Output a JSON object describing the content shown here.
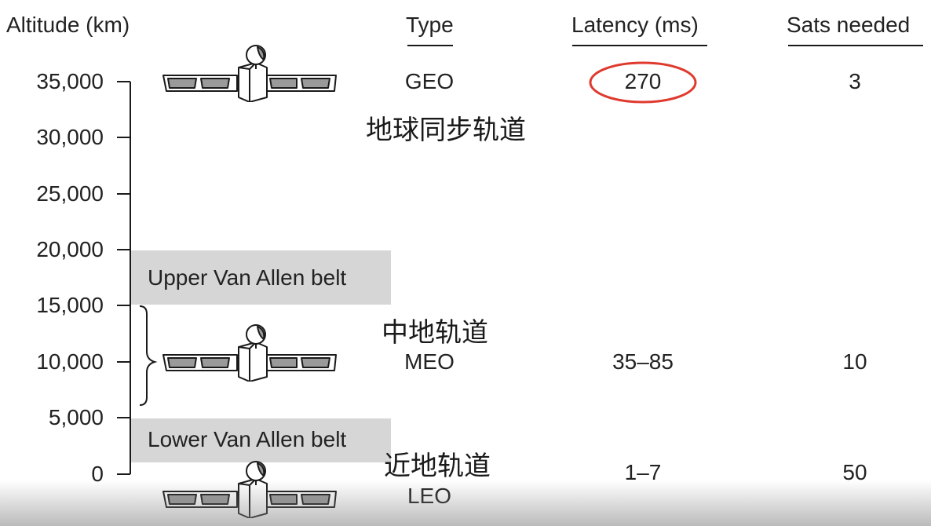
{
  "headers": {
    "altitude": "Altitude (km)",
    "type": "Type",
    "latency": "Latency (ms)",
    "sats": "Sats needed"
  },
  "axis_ticks": [
    "35,000",
    "30,000",
    "25,000",
    "20,000",
    "15,000",
    "10,000",
    "5,000",
    "0"
  ],
  "belts": {
    "upper": "Upper Van Allen belt",
    "lower": "Lower Van Allen belt"
  },
  "orbits": [
    {
      "type": "GEO",
      "chinese": "地球同步轨道",
      "latency": "270",
      "sats": "3",
      "latency_circled": true
    },
    {
      "type": "MEO",
      "chinese": "中地轨道",
      "latency": "35–85",
      "sats": "10",
      "latency_circled": false
    },
    {
      "type": "LEO",
      "chinese": "近地轨道",
      "latency": "1–7",
      "sats": "50",
      "latency_circled": false
    }
  ],
  "colors": {
    "annotation_circle": "#e03a2f",
    "belt_fill": "#d6d6d6",
    "satellite_panel": "#9a9a9a"
  },
  "icons": [
    "satellite-icon",
    "brace-icon"
  ]
}
